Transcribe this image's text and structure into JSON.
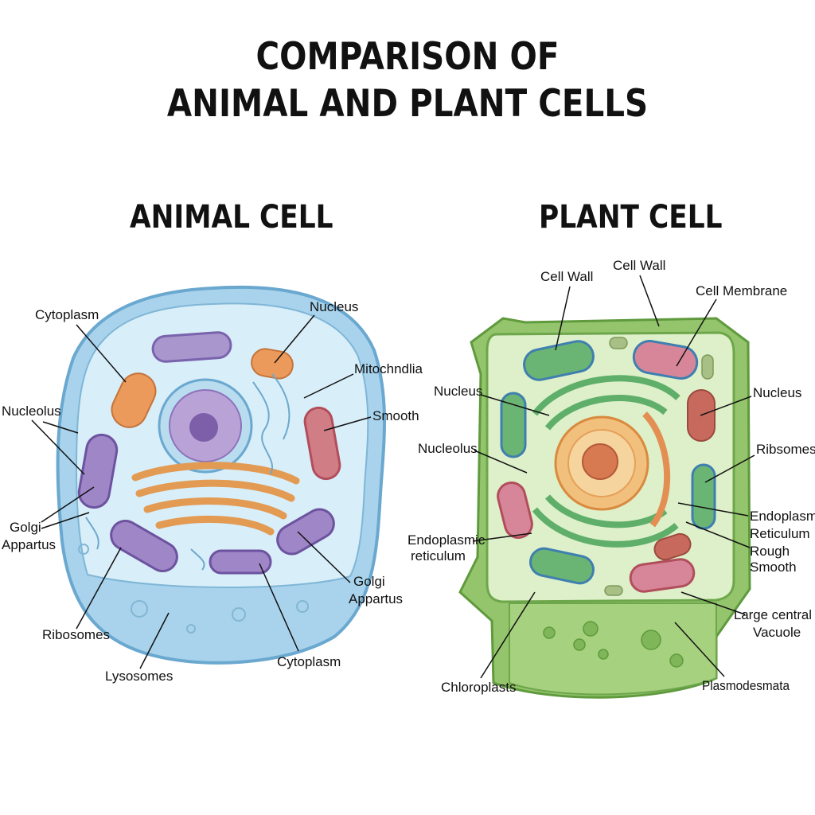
{
  "title": {
    "line1": "COMPARISON OF",
    "line2": "ANIMAL AND PLANT CELLS"
  },
  "animal": {
    "heading": "ANIMAL CELL",
    "labels": {
      "cytoplasm_top": "Cytoplasm",
      "nucleus": "Nucleus",
      "mitochondria": "Mitochndlia",
      "smooth": "Smooth",
      "nucleolus": "Nucleolus",
      "golgi_left_1": "Golgi",
      "golgi_left_2": "Appartus",
      "golgi_right_1": "Golgi",
      "golgi_right_2": "Appartus",
      "ribosomes": "Ribosomes",
      "lysosomes": "Lysosomes",
      "cytoplasm_bottom": "Cytoplasm"
    }
  },
  "plant": {
    "heading": "PLANT CELL",
    "labels": {
      "cell_wall_left": "Cell Wall",
      "cell_wall_right": "Cell Wall",
      "cell_membrane": "Cell Membrane",
      "nucleus_left": "Nucleus",
      "nucleus_right": "Nucleus",
      "nucleolus": "Nucleolus",
      "ribsomes": "Ribsomes",
      "er_left_1": "Endoplasmic",
      "er_left_2": "reticulum",
      "er_right_1": "Endoplasmic",
      "er_right_2": "Reticulum",
      "er_right_3": "Rough",
      "er_right_4": "Smooth",
      "vacuole_1": "Large central",
      "vacuole_2": "Vacuole",
      "chloroplasts": "Chloroplasts",
      "plasmodesmata": "Plasmodesmata"
    }
  },
  "colors": {
    "animal_membrane": "#7db9dc",
    "animal_cytoplasm": "#d4ebf7",
    "plant_wall": "#8cc063",
    "plant_cytoplasm": "#dcefc6",
    "mitochondria": "#e6965a",
    "golgi": "#e9a45a",
    "lysosome_purple": "#9d86c4",
    "chloroplast": "#5aa865"
  }
}
